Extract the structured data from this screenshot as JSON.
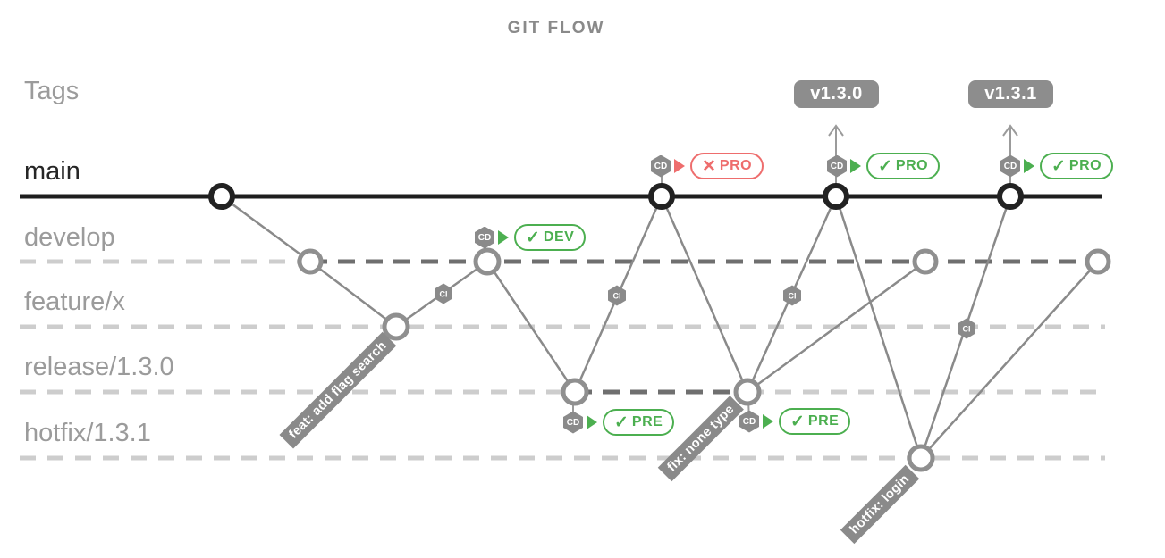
{
  "title": "GIT FLOW",
  "tags_header": "Tags",
  "branches": [
    {
      "label": "main"
    },
    {
      "label": "develop"
    },
    {
      "label": "feature/x"
    },
    {
      "label": "release/1.3.0"
    },
    {
      "label": "hotfix/1.3.1"
    }
  ],
  "tags": {
    "items": [
      {
        "label": "v1.3.0"
      },
      {
        "label": "v1.3.1"
      }
    ]
  },
  "cd": {
    "hex_label": "CD"
  },
  "ci": {
    "hex_label": "CI"
  },
  "icons": {
    "check": "✓",
    "cross": "✕"
  },
  "badges": {
    "dev": {
      "label": "DEV",
      "status": "pass"
    },
    "pro_fail": {
      "label": "PRO",
      "status": "fail"
    },
    "pro_130": {
      "label": "PRO",
      "status": "pass"
    },
    "pro_131": {
      "label": "PRO",
      "status": "pass"
    },
    "pre_1": {
      "label": "PRE",
      "status": "pass"
    },
    "pre_2": {
      "label": "PRE",
      "status": "pass"
    }
  },
  "commit_labels": {
    "feature": "feat: add flag search",
    "release_fix": "fix: none type",
    "hotfix": "hotfix: login"
  },
  "colors": {
    "green": "#4caf50",
    "red": "#ee6d6d",
    "node_gray": "#8a8a8a",
    "tag_gray": "#8d8d8d",
    "main_black": "#1e1e1e",
    "dash_dark": "#6f6f6f",
    "dash_light": "#cdcdcd"
  },
  "graph": {
    "commits": [
      {
        "id": "m1",
        "branch": "main"
      },
      {
        "id": "d1",
        "branch": "develop"
      },
      {
        "id": "f1",
        "branch": "feature/x",
        "label": "feat: add flag search"
      },
      {
        "id": "d2",
        "branch": "develop",
        "cd": "DEV pass"
      },
      {
        "id": "r1",
        "branch": "release/1.3.0",
        "cd": "PRE pass"
      },
      {
        "id": "m2",
        "branch": "main",
        "cd": "PRO fail"
      },
      {
        "id": "r2",
        "branch": "release/1.3.0",
        "label": "fix: none type",
        "cd": "PRE pass"
      },
      {
        "id": "m3",
        "branch": "main",
        "cd": "PRO pass",
        "tag": "v1.3.0"
      },
      {
        "id": "d3",
        "branch": "develop"
      },
      {
        "id": "h1",
        "branch": "hotfix/1.3.1",
        "label": "hotfix: login"
      },
      {
        "id": "m4",
        "branch": "main",
        "cd": "PRO pass",
        "tag": "v1.3.1"
      },
      {
        "id": "d4",
        "branch": "develop"
      }
    ],
    "edges": [
      [
        "m1",
        "d1"
      ],
      [
        "d1",
        "f1"
      ],
      [
        "f1",
        "d2"
      ],
      [
        "d2",
        "r1"
      ],
      [
        "r1",
        "m2"
      ],
      [
        "m2",
        "r2"
      ],
      [
        "r2",
        "m3"
      ],
      [
        "r2",
        "d3"
      ],
      [
        "m3",
        "h1"
      ],
      [
        "h1",
        "m4"
      ],
      [
        "h1",
        "d4"
      ]
    ],
    "ci_edges": [
      [
        "f1",
        "d2"
      ],
      [
        "r1",
        "m2"
      ],
      [
        "r2",
        "m3"
      ],
      [
        "h1",
        "m4"
      ]
    ]
  }
}
